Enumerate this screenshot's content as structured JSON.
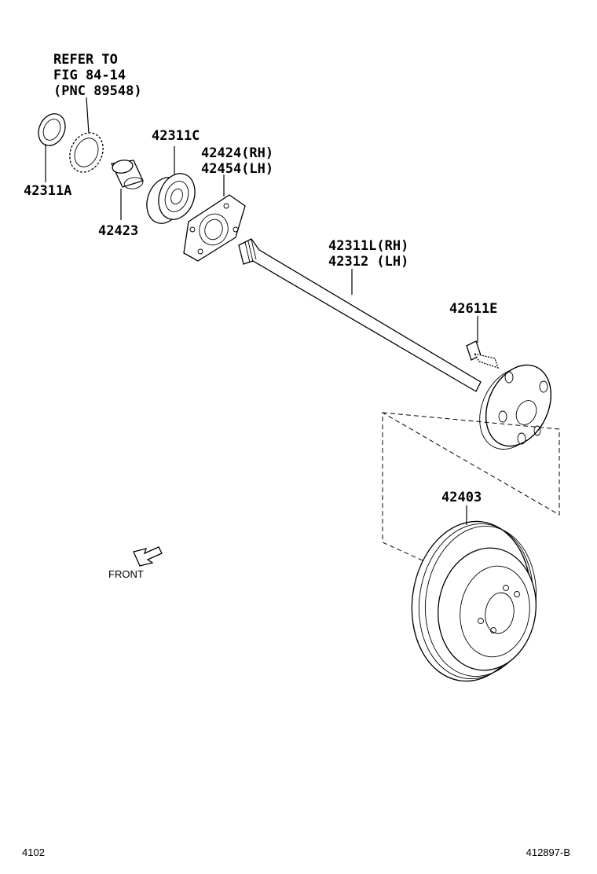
{
  "diagram": {
    "refer_note": {
      "line1": "REFER TO",
      "line2": "FIG 84-14",
      "line3": "(PNC 89548)"
    },
    "labels": {
      "p42311A": "42311A",
      "p42423": "42423",
      "p42311C": "42311C",
      "p42424": "42424(RH)",
      "p42454": "42454(LH)",
      "p42311L": "42311L(RH)",
      "p42312": "42312 (LH)",
      "p42611E": "42611E",
      "p42403": "42403"
    },
    "front_label": "FRONT",
    "footer": {
      "left": "4102",
      "right": "412897-B"
    }
  }
}
